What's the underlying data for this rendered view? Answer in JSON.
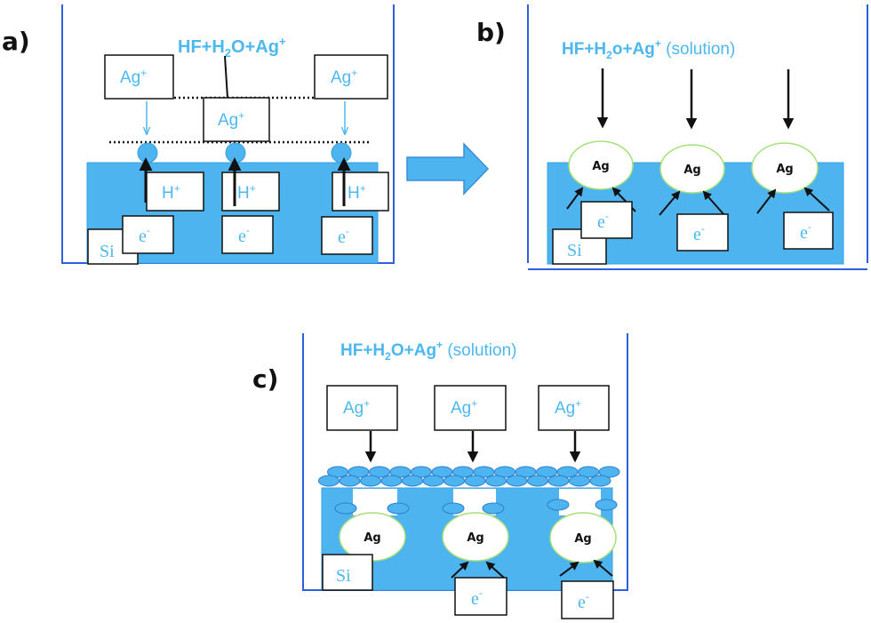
{
  "colors": {
    "beaker": "#2f5fe0",
    "silicon": "#4db4ef",
    "text_blue": "#4db8f0",
    "arrow": "#111111",
    "particle_outline": "#a6e07a",
    "transition_arrow": "#4aaee8"
  },
  "panels": {
    "a": {
      "label": "a)",
      "solution": {
        "base": "HF+H",
        "sub": "2",
        "mid": "O+Ag",
        "sup": "+",
        "tail": ""
      },
      "ag_ion": {
        "base": "Ag",
        "sup": "+"
      },
      "h_ion": {
        "base": "H",
        "sup": "+"
      },
      "electron": {
        "base": "e",
        "sup": "-"
      },
      "si": "Si"
    },
    "b": {
      "label": "b)",
      "solution": {
        "base": "HF+H",
        "sub": "2",
        "mid": "o+Ag",
        "sup": "+",
        "tail": " (solution)"
      },
      "ag": "Ag",
      "electron": {
        "base": "e",
        "sup": "-"
      },
      "si": "Si"
    },
    "c": {
      "label": "c)",
      "solution": {
        "base": "HF+H",
        "sub": "2",
        "mid": "O+Ag",
        "sup": "+",
        "tail": " (solution)"
      },
      "ag_ion": {
        "base": "Ag",
        "sup": "+"
      },
      "ag": "Ag",
      "electron": {
        "base": "e",
        "sup": "-"
      },
      "si": "Si"
    }
  },
  "transition_arrow": "right-arrow"
}
